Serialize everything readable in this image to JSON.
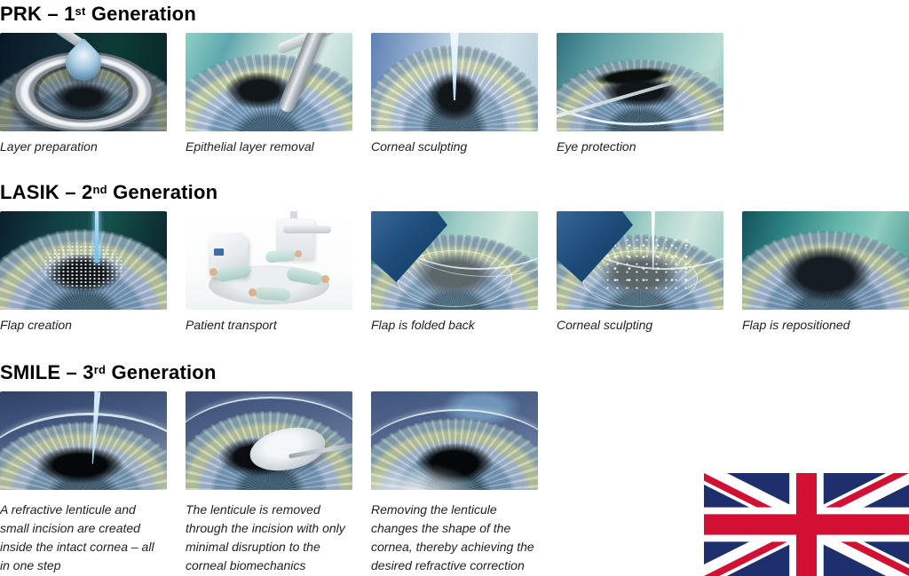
{
  "page": {
    "background": "#ffffff"
  },
  "sections": [
    {
      "id": "prk",
      "title_prefix": "PRK – 1",
      "title_sup": "st",
      "title_suffix": " Generation",
      "steps": [
        {
          "caption": "Layer preparation",
          "illustration": "eye-rinse-ring-with-drop"
        },
        {
          "caption": "Epithelial layer removal",
          "illustration": "eye-with-spatula"
        },
        {
          "caption": "Corneal sculpting",
          "illustration": "eye-with-laser-beam"
        },
        {
          "caption": "Eye protection",
          "illustration": "eye-with-protective-shield"
        }
      ]
    },
    {
      "id": "lasik",
      "title_prefix": "LASIK – 2",
      "title_sup": "nd",
      "title_suffix": " Generation",
      "steps": [
        {
          "caption": "Flap creation",
          "illustration": "eye-with-dot-mesh-and-beam"
        },
        {
          "caption": "Patient transport",
          "illustration": "laser-suite-with-patient-beds"
        },
        {
          "caption": "Flap is folded back",
          "illustration": "eye-with-folded-flap"
        },
        {
          "caption": "Corneal sculpting",
          "illustration": "eye-with-flap-laser-sparkles"
        },
        {
          "caption": "Flap is repositioned",
          "illustration": "eye-with-repositioned-flap"
        }
      ]
    },
    {
      "id": "smile",
      "title_prefix": "SMILE – 3",
      "title_sup": "rd",
      "title_suffix": " Generation",
      "steps": [
        {
          "caption": "A refractive lenticule and small incision are created inside the intact cornea – all in one step",
          "illustration": "eye-side-view-with-laser"
        },
        {
          "caption": "The lenticule is removed through the incision with only minimal disruption to the corneal biomechanics",
          "illustration": "eye-with-lenticule-extraction"
        },
        {
          "caption": "Removing the lenticule changes the shape of the cornea, thereby achieving the desired refractive correction",
          "illustration": "eye-after-correction"
        }
      ]
    }
  ],
  "flag": {
    "country": "United Kingdom",
    "colors": {
      "blue": "#1E2F6E",
      "red": "#D21034",
      "white": "#FFFFFF"
    }
  }
}
